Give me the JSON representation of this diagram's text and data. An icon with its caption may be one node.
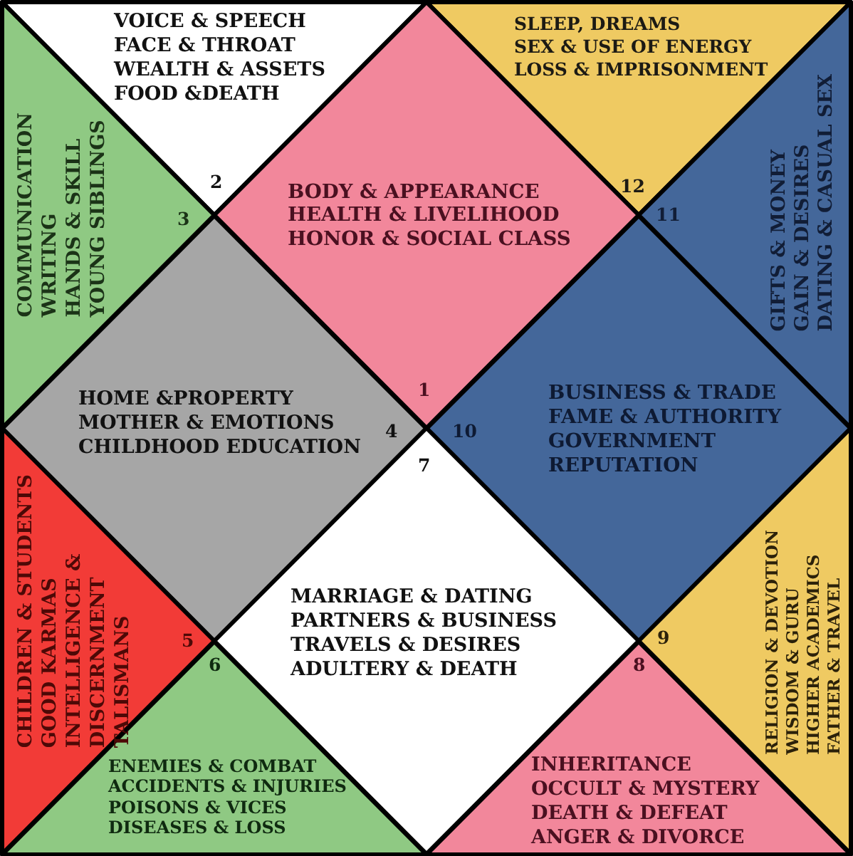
{
  "diagram": {
    "nodes": [
      {
        "text": [
          "VOICE & SPEECH FACE & THROAT WEALTH & ASSETS FOOD &DEATH",
          "2"
        ]
      },
      {
        "text": [
          "SLEEP, DREAMS SEX & USE OF ENERGY LOSS & IMPRISONMENT",
          "12"
        ]
      },
      {
        "text": [
          "COMMUNICATION WRITING HANDS & SKILL YOUNG SIBLINGS",
          "3"
        ]
      },
      {
        "text": [
          "BODY & APPEARANCE HEALTH & LIVELIHOOD HONOR & SOCIAL CLASS",
          "1"
        ]
      },
      {
        "text": [
          "GIFTS & MONEY GAIN & DESIRES DATING & CASUAL SEX",
          "11"
        ]
      },
      {
        "text": [
          "HOME &PROPERTY MOTHER & EMOTIONS CHILDHOOD EDUCATION",
          "4"
        ]
      },
      {
        "text": [
          "10",
          "BUSINESS & TRADE FAME & AUTHORITY GOVERNMENT REPUTATION"
        ]
      },
      {
        "text": [
          "CHILDREN & STUDENTS GOOD KARMAS INTELLIGENCE & DISCERNMENT TALISMANS",
          "5"
        ]
      },
      {
        "text": [
          "7",
          "MARRIAGE & DATING PARTNERS & BUSINESS TRAVELS & DESIRES ADULTERY & DEATH"
        ]
      },
      {
        "text": [
          "RELIGION & DEVOTION WISDOM & GURU HIGHER ACADEMICS FATHER & TRAVEL",
          "9"
        ]
      },
      {
        "text": [
          "6",
          "ENEMIES & COMBAT ACCIDENTS & INJURIES POISONS & VICES DISEASES & LOSS"
        ]
      },
      {
        "text": [
          "8",
          "INHERITANCE OCCULT & MYSTERY DEATH & DEFEAT ANGER & DIVORCE"
        ]
      }
    ]
  }
}
